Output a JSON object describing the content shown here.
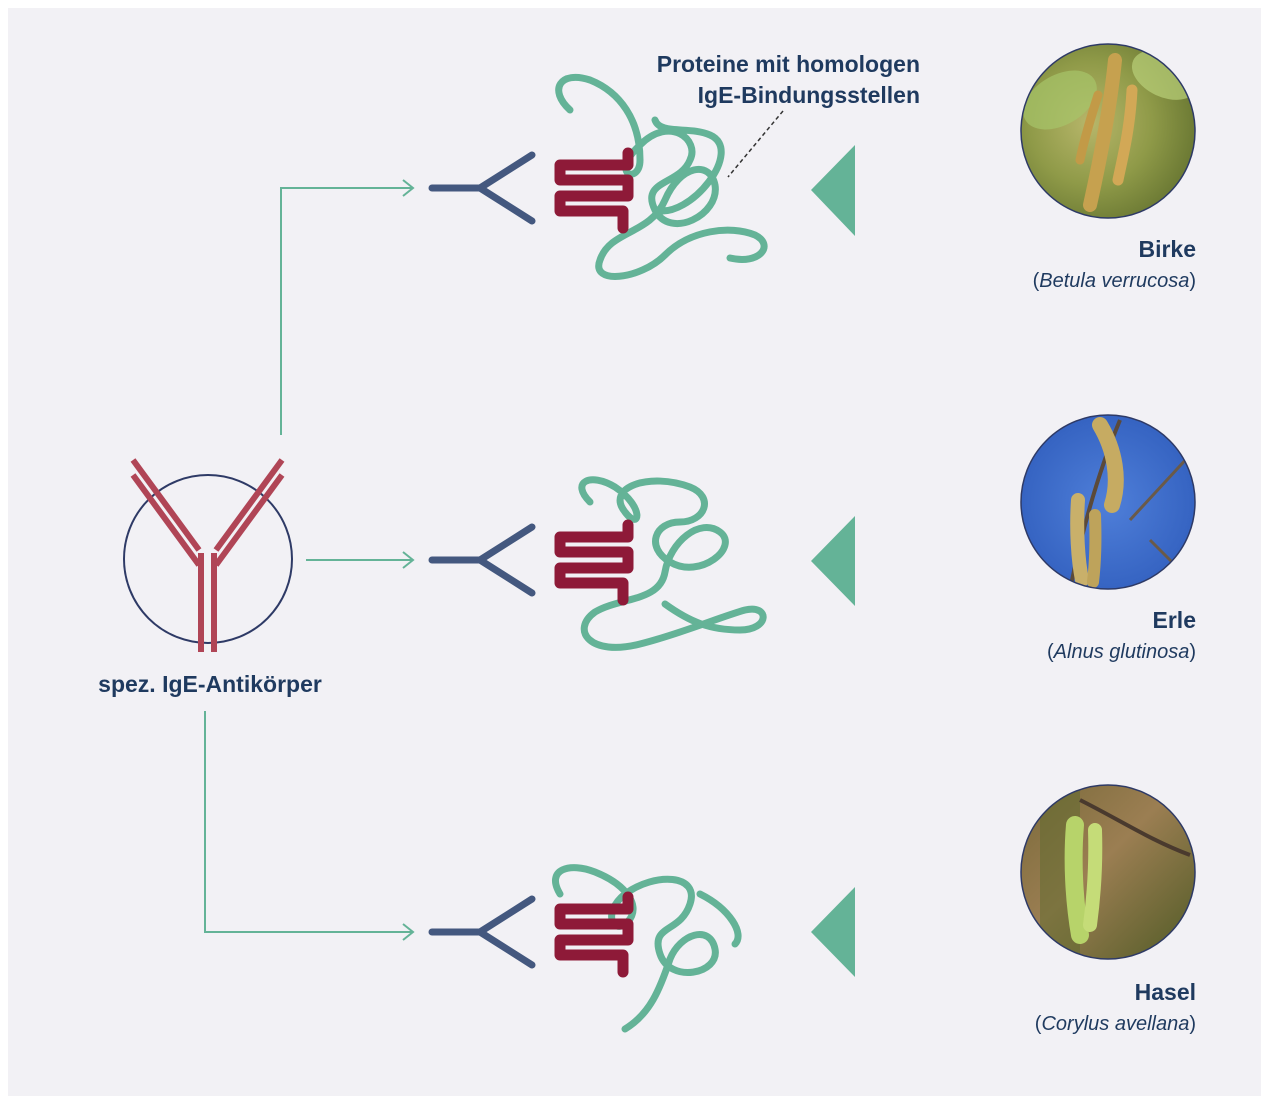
{
  "annotation": {
    "line1": "Proteine mit homologen",
    "line2": "IgE-Bindungsstellen"
  },
  "antibody": {
    "label": "spez. IgE-Antikörper"
  },
  "plants": [
    {
      "name": "Birke",
      "latin": "Betula verrucosa",
      "photo": "birch-catkins"
    },
    {
      "name": "Erle",
      "latin": "Alnus glutinosa",
      "photo": "alder-catkins"
    },
    {
      "name": "Hasel",
      "latin": "Corylus avellana",
      "photo": "hazel-catkins"
    }
  ],
  "colors": {
    "background": "#f2f1f5",
    "antibody": "#b04556",
    "epitope": "#8e1a38",
    "receptor": "#44587f",
    "protein": "#64b397",
    "arrow": "#64b397",
    "text": "#1f3a5f"
  }
}
